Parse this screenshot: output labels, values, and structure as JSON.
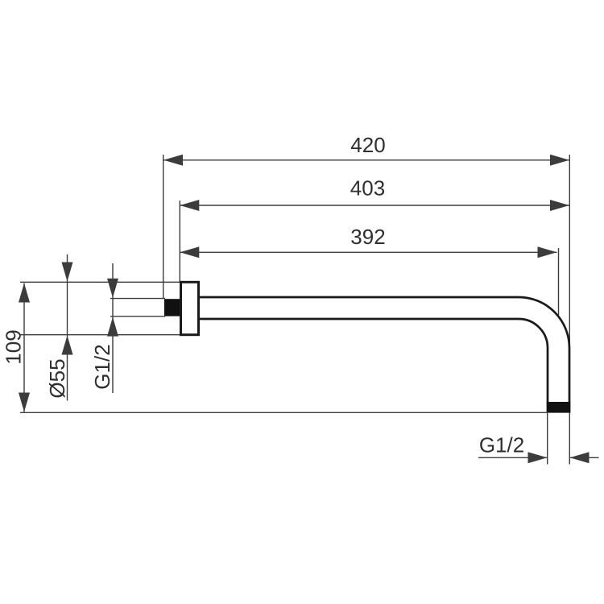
{
  "page": {
    "background": "#ffffff"
  },
  "drawing": {
    "type": "technical dimension drawing",
    "subject": "wall-mounted shower arm, side view",
    "colors": {
      "dimension_lines": "#3c3c3c",
      "part_outline": "#1a1a1a",
      "thread_fill": "#111111",
      "text": "#2f2f2f",
      "background": "#ffffff"
    },
    "labels": {
      "dim_total_length": "420",
      "dim_length_from_wall": "403",
      "dim_length_to_outlet_axis": "392",
      "dim_drop_height": "109",
      "dim_flange_diameter": "Ø55",
      "dim_wall_thread": "G1/2",
      "dim_outlet_thread": "G1/2"
    }
  }
}
